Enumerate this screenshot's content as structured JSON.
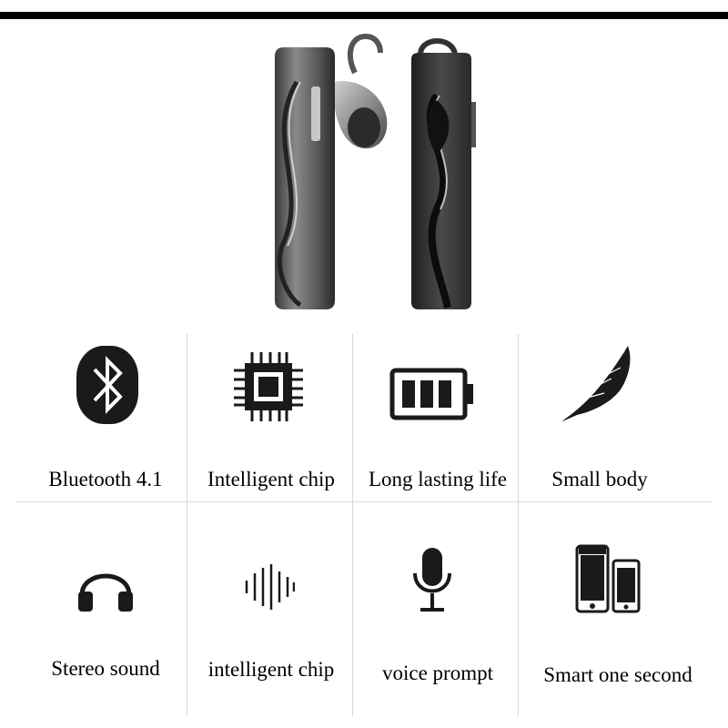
{
  "features": [
    {
      "label": "Bluetooth 4.1",
      "icon": "bluetooth-icon"
    },
    {
      "label": "Intelligent chip",
      "icon": "chip-icon"
    },
    {
      "label": "Long lasting life",
      "icon": "battery-icon"
    },
    {
      "label": "Small body",
      "icon": "feather-icon"
    },
    {
      "label": "Stereo sound",
      "icon": "headphones-icon"
    },
    {
      "label": "intelligent chip",
      "icon": "sound-wave-icon"
    },
    {
      "label": "voice prompt",
      "icon": "microphone-icon"
    },
    {
      "label": "Smart one second",
      "icon": "smartphones-icon"
    }
  ],
  "colors": {
    "icon": "#1a1a1a",
    "divider": "#d8d8d8",
    "product_body": "#5a5a5a"
  }
}
